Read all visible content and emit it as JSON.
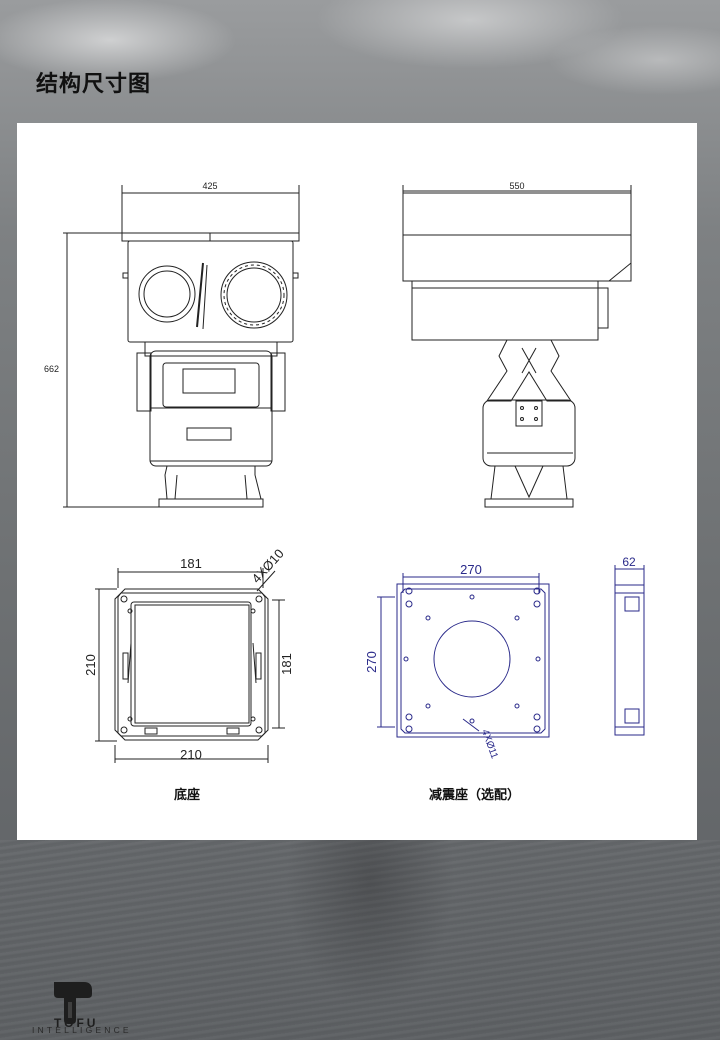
{
  "page": {
    "title": "结构尺寸图"
  },
  "front_view": {
    "width_dim": "425",
    "height_dim": "662"
  },
  "side_view": {
    "width_dim": "550"
  },
  "base_view": {
    "top_dim": "181",
    "hole_note": "4XØ10",
    "left_dim": "210",
    "right_dim": "181",
    "bottom_dim": "210",
    "caption": "底座"
  },
  "damper_view": {
    "top_dim": "270",
    "left_dim": "270",
    "hole_note": "4XØ11",
    "caption": "减震座（选配）"
  },
  "damper_side_view": {
    "top_dim": "62"
  },
  "brand": {
    "name": "TOFU",
    "tagline": "INTELLIGENCE"
  },
  "colors": {
    "blueprint_line": "#2a2a8a",
    "drawing_line": "#222222"
  }
}
